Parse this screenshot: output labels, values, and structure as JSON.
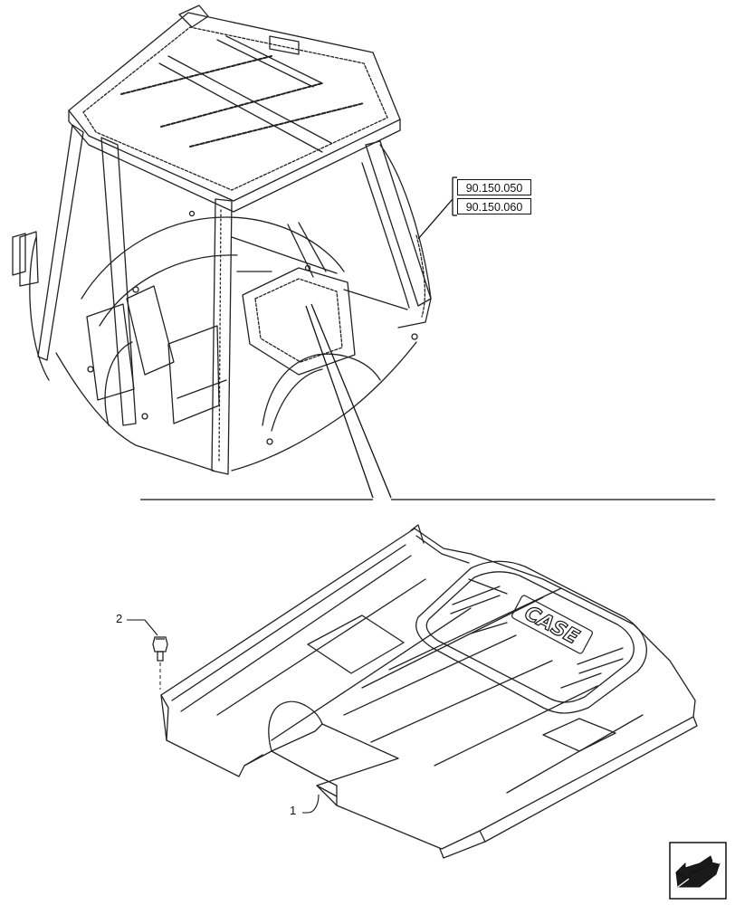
{
  "references": [
    "90.150.050",
    "90.150.060"
  ],
  "callouts": {
    "part_1": "1",
    "part_2": "2"
  },
  "floor_mat_logo": "CASE",
  "icons": {
    "nav": "previous-page-arrow-icon"
  },
  "colors": {
    "line": "#111111",
    "background": "#ffffff",
    "icon_fill": "#1a1a1a"
  }
}
